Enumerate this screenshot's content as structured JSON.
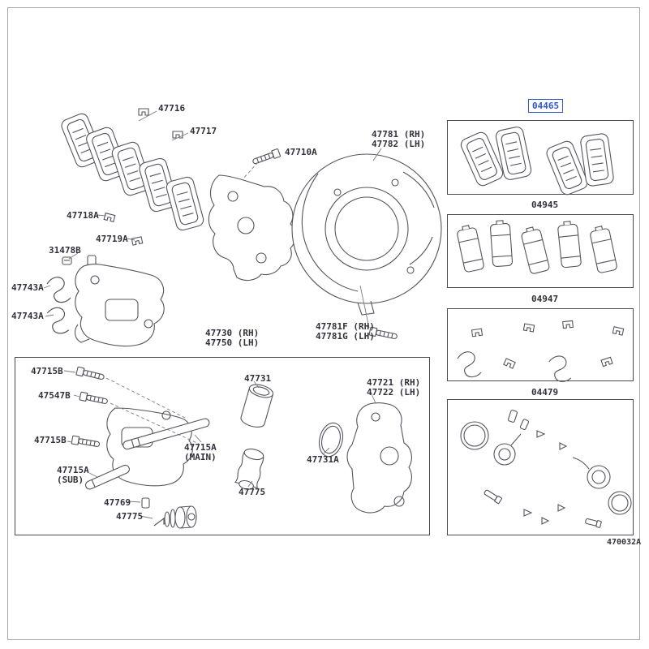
{
  "figure": {
    "code": "470032A"
  },
  "kits": {
    "pad_kit": "04465",
    "shim_kit": "04945",
    "fitting_kit": "04947",
    "cylinder_kit": "04479"
  },
  "parts": {
    "p47716": "47716",
    "p47717": "47717",
    "p47710a": "47710A",
    "p47781_rh": "47781 (RH)",
    "p47782_lh": "47782 (LH)",
    "p47718a": "47718A",
    "p47719a": "47719A",
    "p31478b": "31478B",
    "p47743a_upper": "47743A",
    "p47743a_lower": "47743A",
    "p47730_rh": "47730 (RH)",
    "p47750_lh": "47750 (LH)",
    "p47781f_rh": "47781F (RH)",
    "p47781g_lh": "47781G (LH)",
    "p47715b_1": "47715B",
    "p47547b": "47547B",
    "p47715b_2": "47715B",
    "p47715a_sub": "47715A",
    "p47715a_sub_note": "(SUB)",
    "p47715a_main": "47715A",
    "p47715a_main_note": "(MAIN)",
    "p47731": "47731",
    "p47721_rh": "47721 (RH)",
    "p47722_lh": "47722 (LH)",
    "p47731a": "47731A",
    "p47775_piston": "47775",
    "p47769": "47769",
    "p47775_pin": "47775"
  },
  "colors": {
    "highlight": "#3056c8",
    "line": "#54545e"
  }
}
